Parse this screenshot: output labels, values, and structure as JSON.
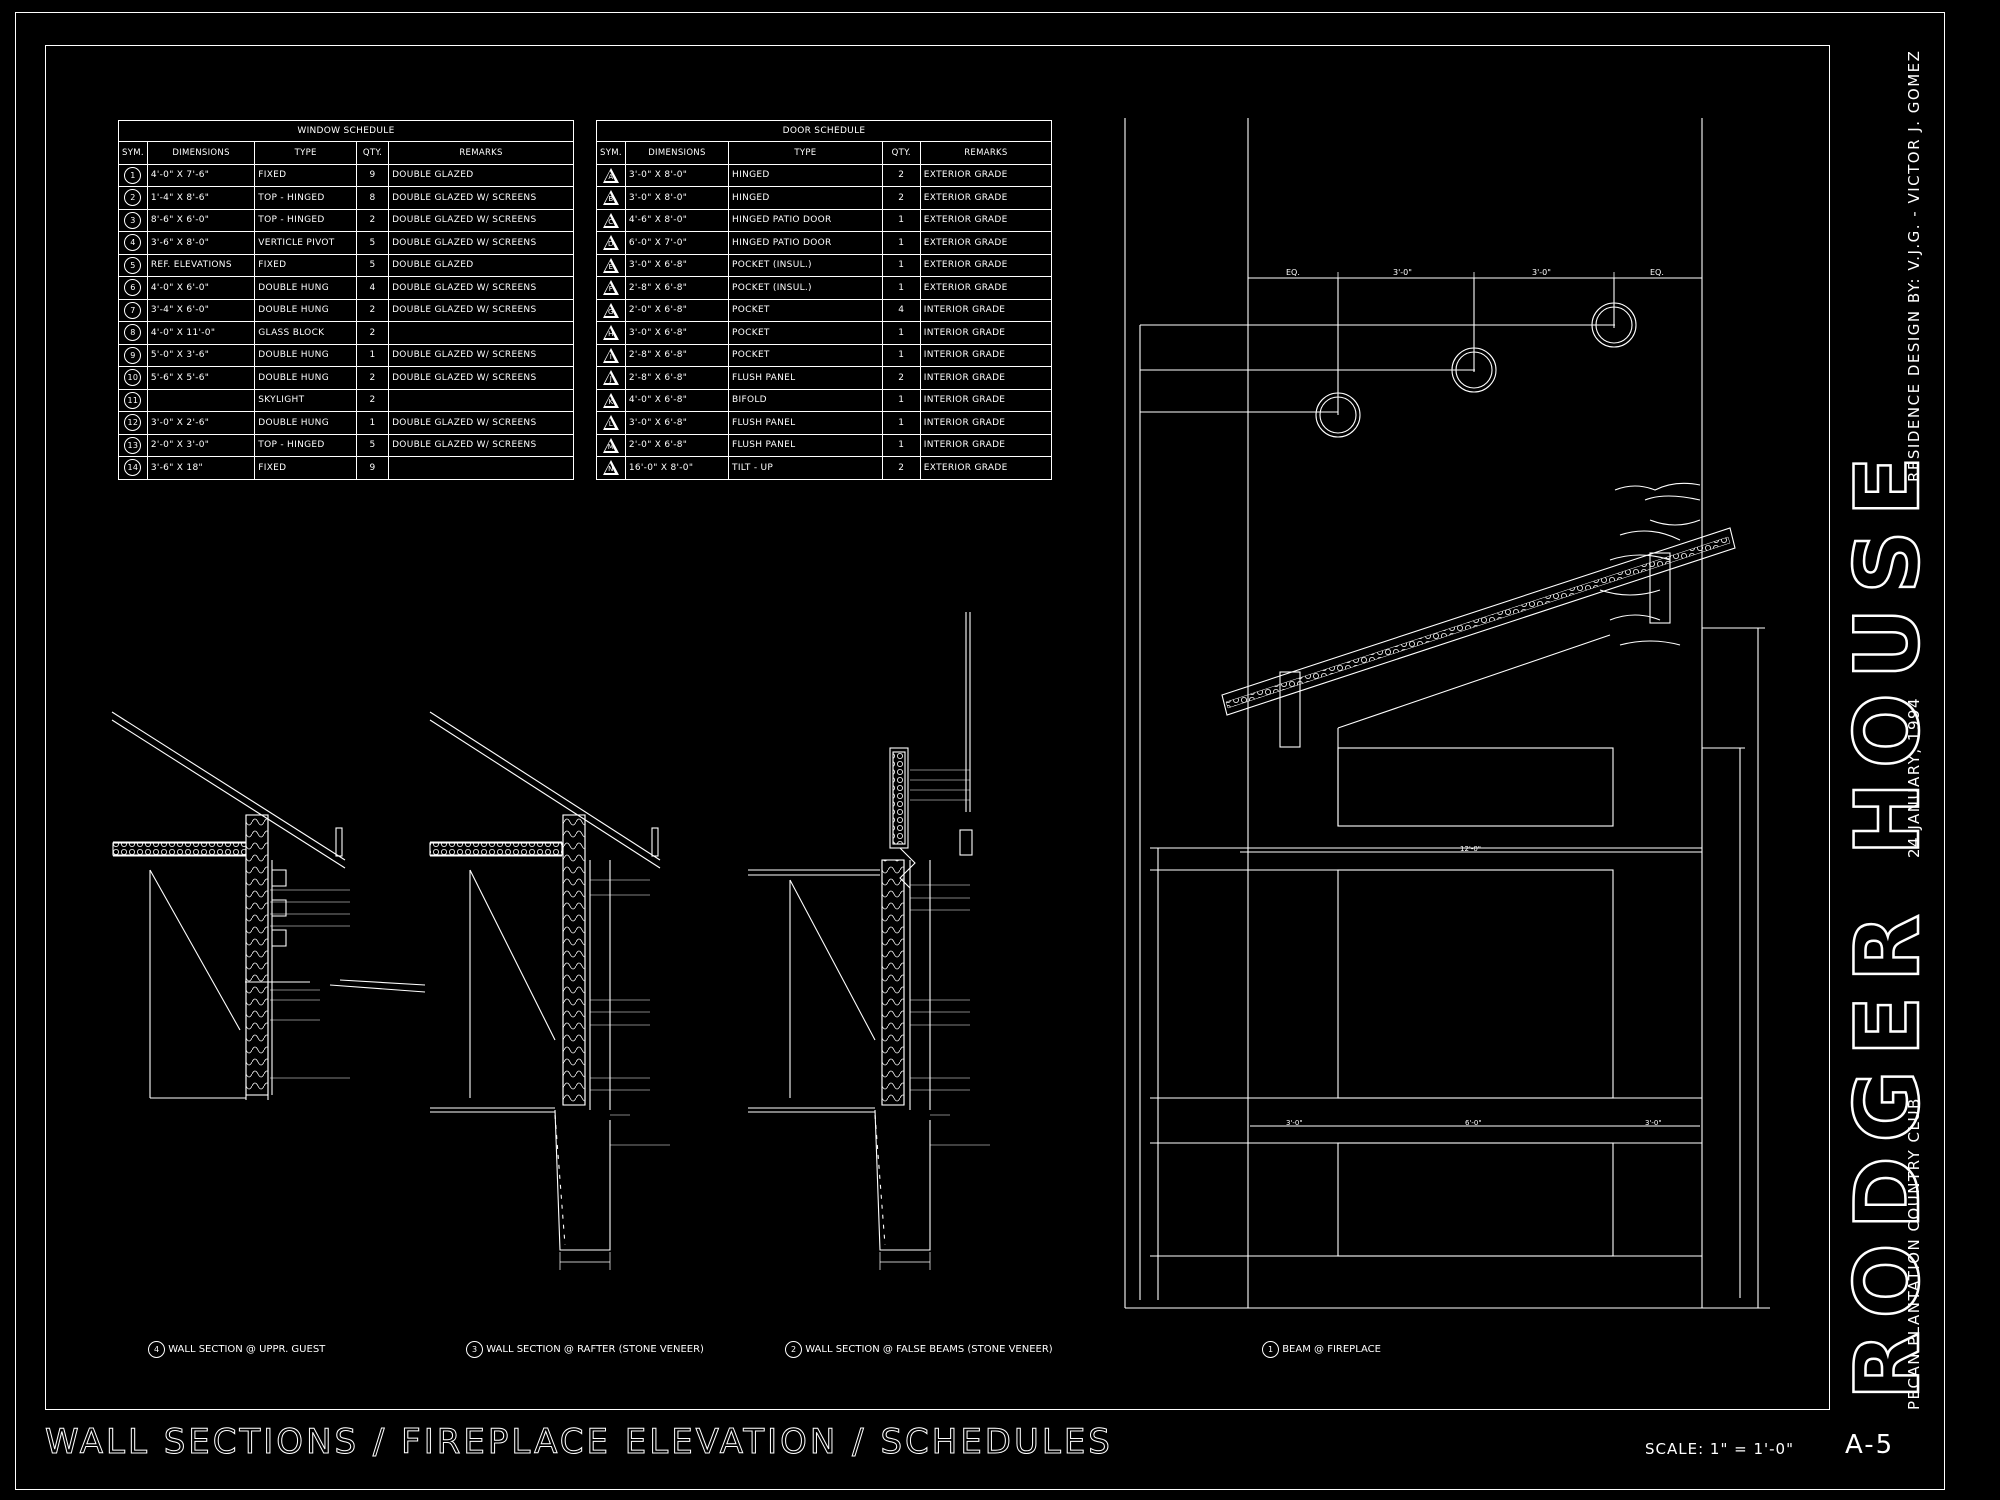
{
  "sheet": {
    "title": "WALL SECTIONS / FIREPLACE ELEVATION / SCHEDULES",
    "scale": "SCALE: 1\" = 1'-0\"",
    "sheet_number": "A-5"
  },
  "title_block": {
    "project": "RODGER HOUSE",
    "designer": "RESIDENCE DESIGN BY: V.J.G. - VICTOR J. GOMEZ",
    "date": "24 JANUARY, 1994",
    "location": "PECAN PLANTATION COUNTRY CLUB"
  },
  "window_schedule": {
    "title": "WINDOW SCHEDULE",
    "headers": [
      "SYM.",
      "DIMENSIONS",
      "TYPE",
      "QTY.",
      "REMARKS"
    ],
    "rows": [
      [
        "1",
        "4'-0\" X 7'-6\"",
        "FIXED",
        "9",
        "DOUBLE GLAZED"
      ],
      [
        "2",
        "1'-4\" X 8'-6\"",
        "TOP - HINGED",
        "8",
        "DOUBLE GLAZED W/ SCREENS"
      ],
      [
        "3",
        "8'-6\" X 6'-0\"",
        "TOP - HINGED",
        "2",
        "DOUBLE GLAZED W/ SCREENS"
      ],
      [
        "4",
        "3'-6\" X 8'-0\"",
        "VERTICLE PIVOT",
        "5",
        "DOUBLE GLAZED W/ SCREENS"
      ],
      [
        "5",
        "REF. ELEVATIONS",
        "FIXED",
        "5",
        "DOUBLE GLAZED"
      ],
      [
        "6",
        "4'-0\" X 6'-0\"",
        "DOUBLE HUNG",
        "4",
        "DOUBLE GLAZED W/ SCREENS"
      ],
      [
        "7",
        "3'-4\" X 6'-0\"",
        "DOUBLE HUNG",
        "2",
        "DOUBLE GLAZED W/ SCREENS"
      ],
      [
        "8",
        "4'-0\" X 11'-0\"",
        "GLASS BLOCK",
        "2",
        ""
      ],
      [
        "9",
        "5'-0\" X 3'-6\"",
        "DOUBLE HUNG",
        "1",
        "DOUBLE GLAZED W/ SCREENS"
      ],
      [
        "10",
        "5'-6\" X 5'-6\"",
        "DOUBLE HUNG",
        "2",
        "DOUBLE GLAZED W/ SCREENS"
      ],
      [
        "11",
        "",
        "SKYLIGHT",
        "2",
        ""
      ],
      [
        "12",
        "3'-0\" X 2'-6\"",
        "DOUBLE HUNG",
        "1",
        "DOUBLE GLAZED W/ SCREENS"
      ],
      [
        "13",
        "2'-0\" X 3'-0\"",
        "TOP - HINGED",
        "5",
        "DOUBLE GLAZED W/ SCREENS"
      ],
      [
        "14",
        "3'-6\" X 18\"",
        "FIXED",
        "9",
        ""
      ]
    ]
  },
  "door_schedule": {
    "title": "DOOR SCHEDULE",
    "headers": [
      "SYM.",
      "DIMENSIONS",
      "TYPE",
      "QTY.",
      "REMARKS"
    ],
    "rows": [
      [
        "A",
        "3'-0\" X 8'-0\"",
        "HINGED",
        "2",
        "EXTERIOR GRADE"
      ],
      [
        "B",
        "3'-0\" X 8'-0\"",
        "HINGED",
        "2",
        "EXTERIOR GRADE"
      ],
      [
        "C",
        "4'-6\" X 8'-0\"",
        "HINGED PATIO DOOR",
        "1",
        "EXTERIOR GRADE"
      ],
      [
        "D",
        "6'-0\" X 7'-0\"",
        "HINGED PATIO DOOR",
        "1",
        "EXTERIOR GRADE"
      ],
      [
        "E",
        "3'-0\" X 6'-8\"",
        "POCKET (INSUL.)",
        "1",
        "EXTERIOR GRADE"
      ],
      [
        "F",
        "2'-8\" X 6'-8\"",
        "POCKET (INSUL.)",
        "1",
        "EXTERIOR GRADE"
      ],
      [
        "G",
        "2'-0\" X 6'-8\"",
        "POCKET",
        "4",
        "INTERIOR GRADE"
      ],
      [
        "H",
        "3'-0\" X 6'-8\"",
        "POCKET",
        "1",
        "INTERIOR GRADE"
      ],
      [
        "I",
        "2'-8\" X 6'-8\"",
        "POCKET",
        "1",
        "INTERIOR GRADE"
      ],
      [
        "J",
        "2'-8\" X 6'-8\"",
        "FLUSH PANEL",
        "2",
        "INTERIOR GRADE"
      ],
      [
        "K",
        "4'-0\" X 6'-8\"",
        "BIFOLD",
        "1",
        "INTERIOR GRADE"
      ],
      [
        "L",
        "3'-0\" X 6'-8\"",
        "FLUSH PANEL",
        "1",
        "INTERIOR GRADE"
      ],
      [
        "M",
        "2'-0\" X 6'-8\"",
        "FLUSH PANEL",
        "1",
        "INTERIOR GRADE"
      ],
      [
        "N",
        "16'-0\" X 8'-0\"",
        "TILT - UP",
        "2",
        "EXTERIOR GRADE"
      ]
    ]
  },
  "detail_labels": [
    {
      "num": "4",
      "text": "WALL SECTION @ UPPR. GUEST"
    },
    {
      "num": "3",
      "text": "WALL SECTION @ RAFTER (STONE VENEER)"
    },
    {
      "num": "2",
      "text": "WALL SECTION @ FALSE BEAMS (STONE VENEER)"
    },
    {
      "num": "1",
      "text": "BEAM @ FIREPLACE"
    }
  ],
  "fireplace_dims": {
    "top": [
      "EQ.",
      "3'-0\"",
      "3'-0\"",
      "EQ."
    ],
    "mid_width": "12'-0\"",
    "bottom": [
      "3'-0\"",
      "6'-0\"",
      "3'-0\""
    ]
  },
  "colors": {
    "background": "#000000",
    "lines": "#ffffff"
  }
}
